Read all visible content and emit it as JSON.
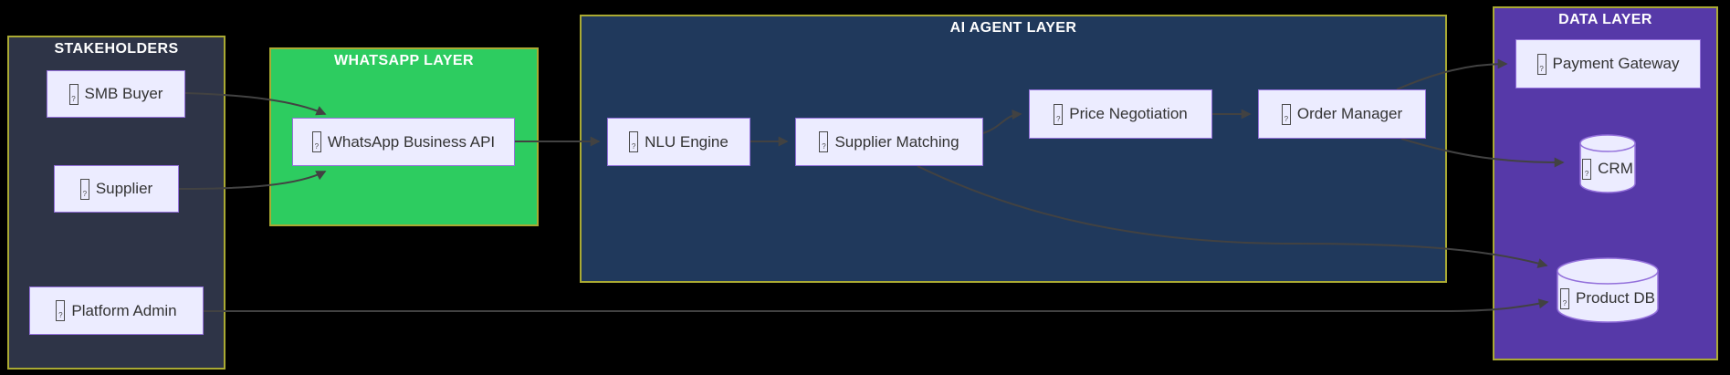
{
  "diagram": {
    "type": "flowchart",
    "background_color": "#000000",
    "edge_color": "#424242",
    "cluster_border_color": "#aaaa33",
    "node_fill": "#ececff",
    "node_border_color": "#9370db",
    "node_text_color": "#333333",
    "missing_glyph_char": "?",
    "clusters": {
      "stakeholders": {
        "label": "STAKEHOLDERS",
        "fill": "#2e3447"
      },
      "whatsapp": {
        "label": "WHATSAPP LAYER",
        "fill": "#2dcc60"
      },
      "ai_agent": {
        "label": "AI AGENT LAYER",
        "fill": "#20395c"
      },
      "data": {
        "label": "DATA LAYER",
        "fill": "#5639a8"
      }
    },
    "nodes": {
      "smb_buyer": {
        "label": "SMB Buyer",
        "shape": "rect",
        "cluster": "STAKEHOLDERS"
      },
      "supplier": {
        "label": "Supplier",
        "shape": "rect",
        "cluster": "STAKEHOLDERS"
      },
      "platform_admin": {
        "label": "Platform Admin",
        "shape": "rect",
        "cluster": "STAKEHOLDERS"
      },
      "whatsapp_api": {
        "label": "WhatsApp Business API",
        "shape": "rect",
        "cluster": "WHATSAPP LAYER"
      },
      "nlu_engine": {
        "label": "NLU Engine",
        "shape": "rect",
        "cluster": "AI AGENT LAYER"
      },
      "supplier_matching": {
        "label": "Supplier Matching",
        "shape": "rect",
        "cluster": "AI AGENT LAYER"
      },
      "price_negotiation": {
        "label": "Price Negotiation",
        "shape": "rect",
        "cluster": "AI AGENT LAYER"
      },
      "order_manager": {
        "label": "Order Manager",
        "shape": "rect",
        "cluster": "AI AGENT LAYER"
      },
      "payment_gateway": {
        "label": "Payment Gateway",
        "shape": "rect",
        "cluster": "DATA LAYER"
      },
      "crm": {
        "label": "CRM",
        "shape": "cylinder",
        "cluster": "DATA LAYER"
      },
      "product_db": {
        "label": "Product DB",
        "shape": "cylinder",
        "cluster": "DATA LAYER"
      }
    },
    "edges": [
      {
        "from": "SMB Buyer",
        "to": "WhatsApp Business API"
      },
      {
        "from": "Supplier",
        "to": "WhatsApp Business API"
      },
      {
        "from": "WhatsApp Business API",
        "to": "NLU Engine"
      },
      {
        "from": "NLU Engine",
        "to": "Supplier Matching"
      },
      {
        "from": "Supplier Matching",
        "to": "Price Negotiation"
      },
      {
        "from": "Price Negotiation",
        "to": "Order Manager"
      },
      {
        "from": "Order Manager",
        "to": "Payment Gateway"
      },
      {
        "from": "Order Manager",
        "to": "CRM"
      },
      {
        "from": "Supplier Matching",
        "to": "Product DB"
      },
      {
        "from": "Platform Admin",
        "to": "Product DB"
      }
    ]
  }
}
